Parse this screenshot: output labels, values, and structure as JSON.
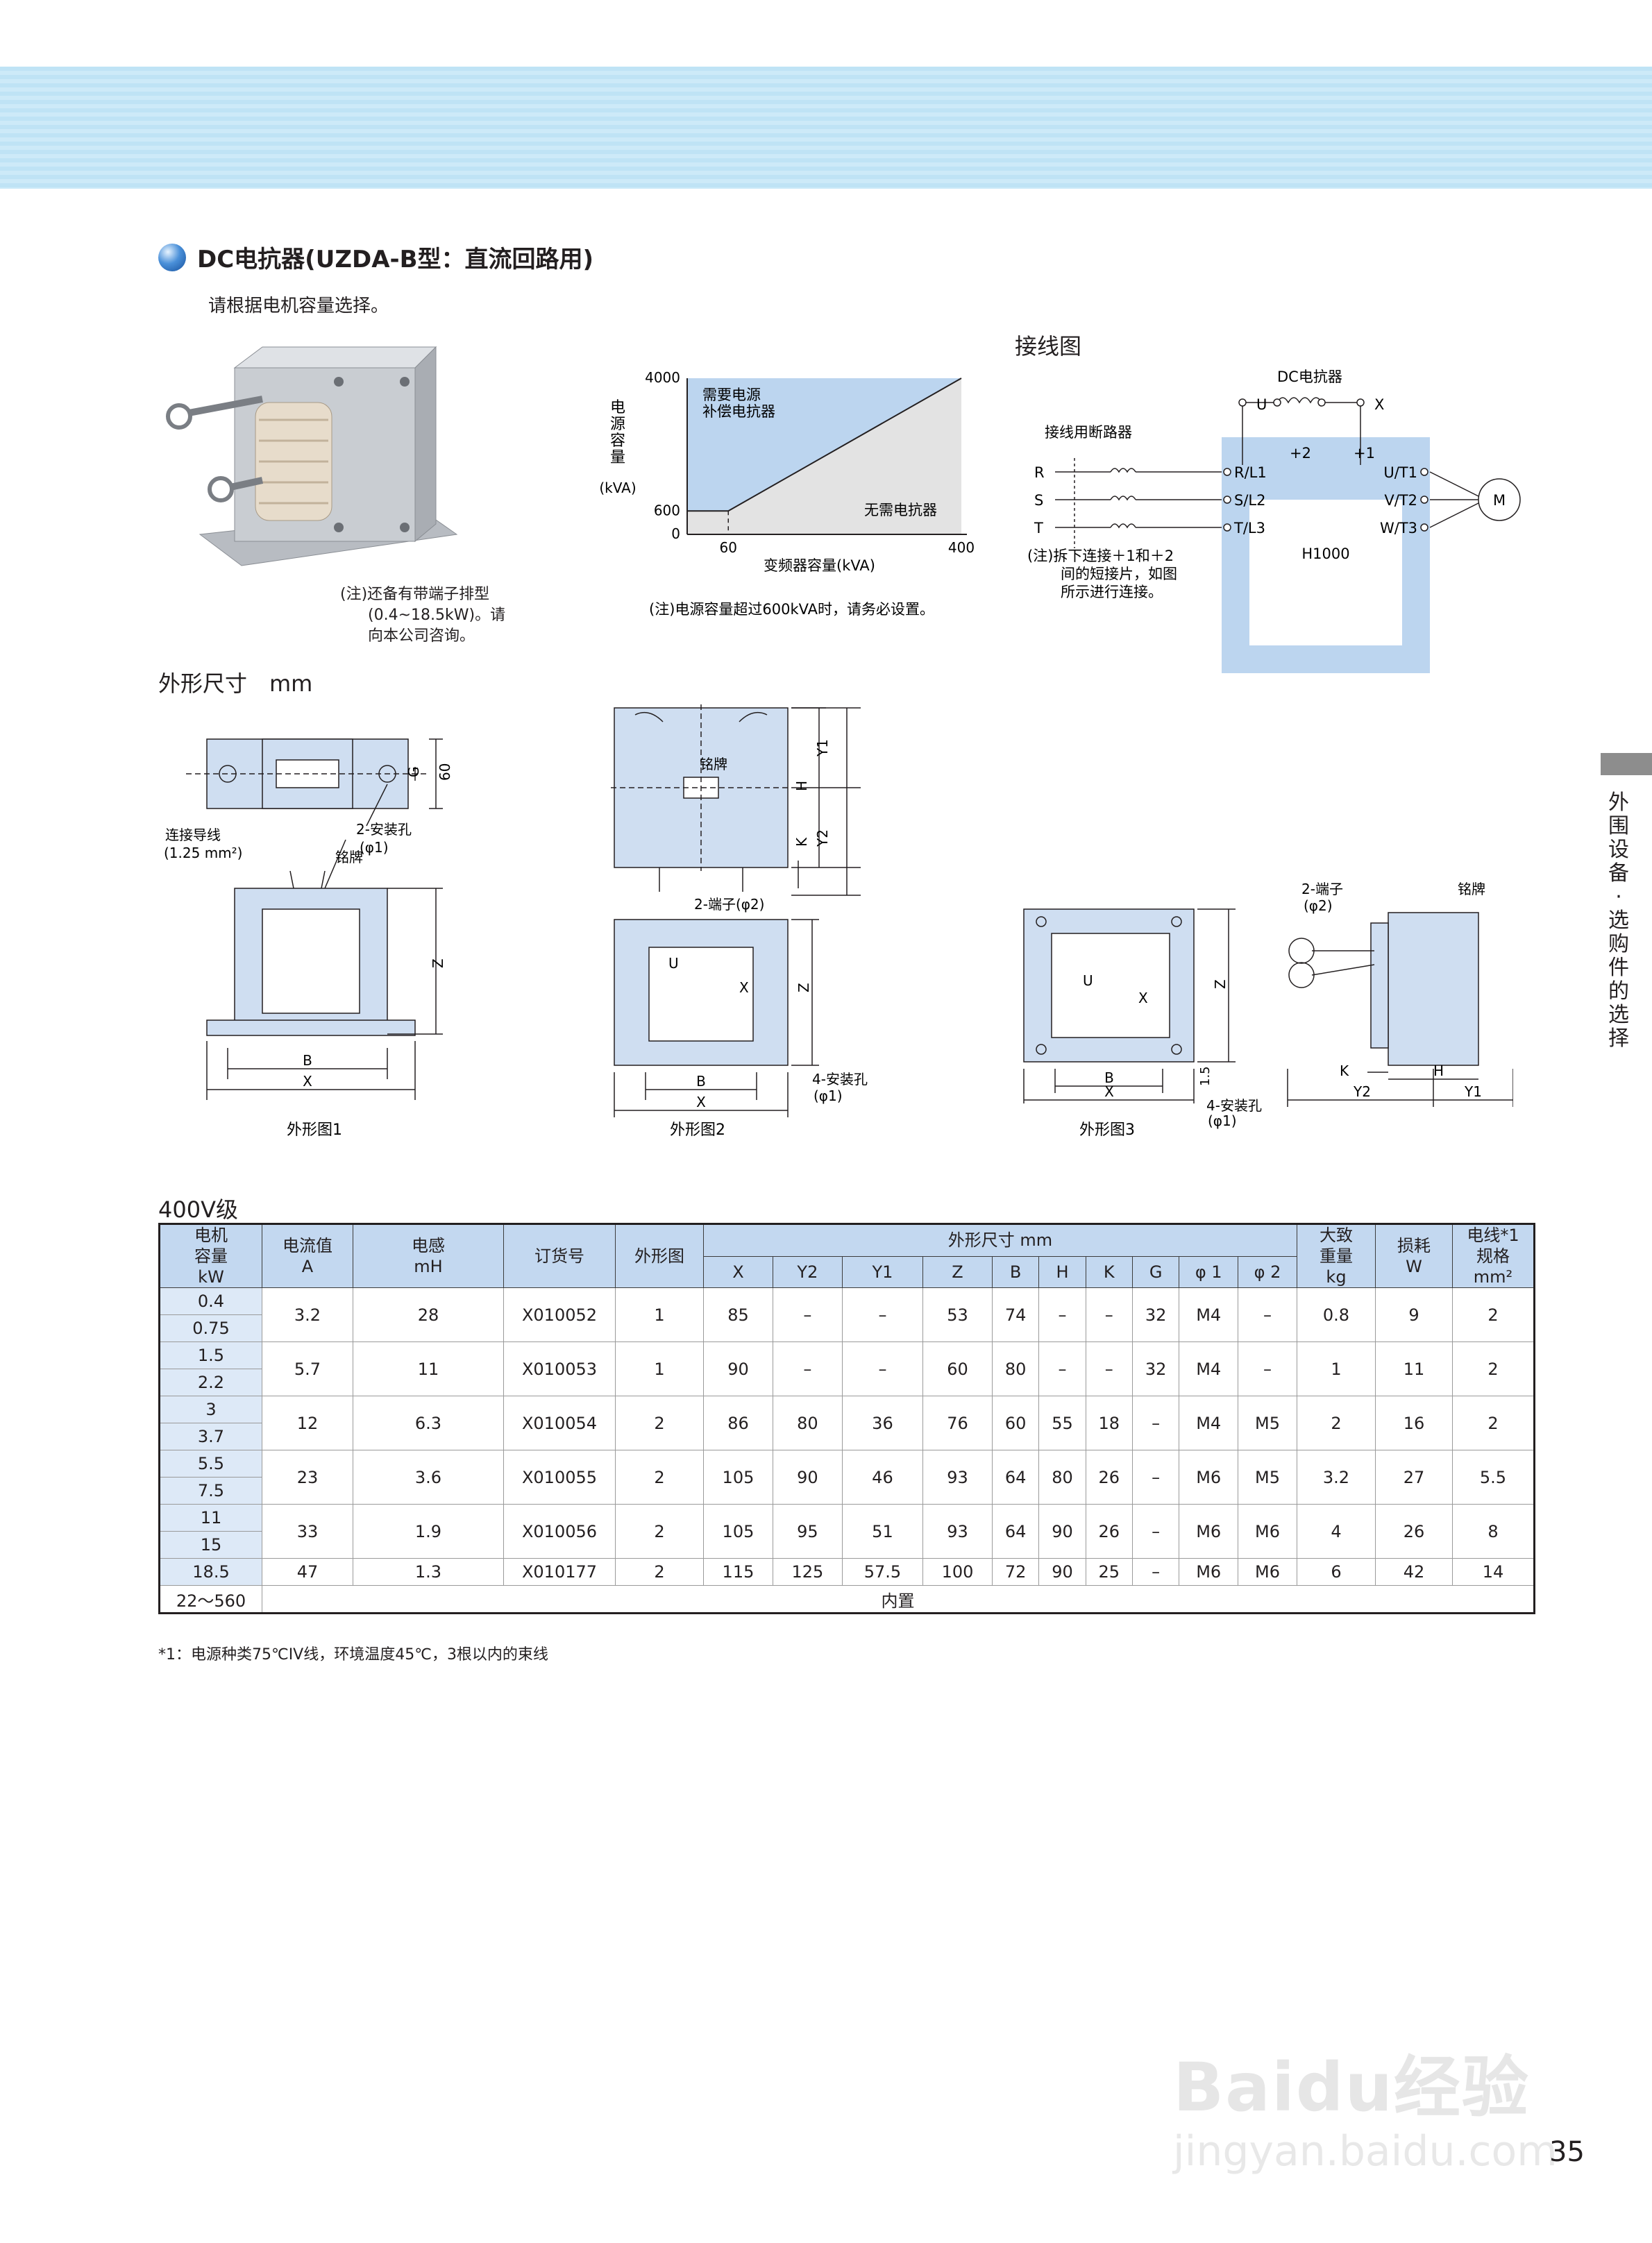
{
  "header": {
    "title": "DC电抗器(UZDA-B型：直流回路用)",
    "subtitle": "请根据电机容量选择。"
  },
  "photo": {
    "note": [
      "(注)还备有带端子排型",
      "(0.4~18.5kW)。请",
      "向本公司咨询。"
    ]
  },
  "capacity_chart": {
    "ylabel_chars": [
      "电",
      "源",
      "容",
      "量"
    ],
    "yunit": "(kVA)",
    "xlabel": "变频器容量(kVA)",
    "y_ticks": [
      "4000",
      "600",
      "0"
    ],
    "x_ticks": [
      "60",
      "400"
    ],
    "region_need": [
      "需要电源",
      "补偿电抗器"
    ],
    "region_no": "无需电抗器",
    "note": "(注)电源容量超过600kVA时，请务必设置。"
  },
  "chart_data": {
    "type": "area",
    "title": "",
    "xlabel": "变频器容量(kVA)",
    "ylabel": "电源容量 (kVA)",
    "xlim": [
      0,
      400
    ],
    "ylim": [
      0,
      4000
    ],
    "x_ticks": [
      60,
      400
    ],
    "y_ticks": [
      0,
      600,
      4000
    ],
    "boundary": {
      "x": [
        0,
        60,
        400
      ],
      "y": [
        600,
        600,
        4000
      ]
    },
    "regions": {
      "above": "需要电源补偿电抗器",
      "below": "无需电抗器"
    }
  },
  "wiring": {
    "title": "接线图",
    "reactor_label": "DC电抗器",
    "u": "U",
    "x": "X",
    "plus2": "+2",
    "plus1": "+1",
    "breaker": "接线用断路器",
    "r": "R",
    "s": "S",
    "t": "T",
    "in_terms": [
      "R/L1",
      "S/L2",
      "T/L3"
    ],
    "out_terms": [
      "U/T1",
      "V/T2",
      "W/T3"
    ],
    "motor": "M",
    "drive": "H1000",
    "note": [
      "(注)拆下连接＋1和＋2",
      "间的短接片，如图",
      "所示进行连接。"
    ]
  },
  "dims": {
    "title": "外形尺寸　mm",
    "fig1": "外形图1",
    "fig2": "外形图2",
    "fig3": "外形图3",
    "lead": "连接导线",
    "lead_size": "(1.25 mm²)",
    "nameplate": "铭牌",
    "holes2": "2-安装孔",
    "holes4": "4-安装孔",
    "phi1": "(φ1)",
    "phi2": "(φ2)",
    "term2": "2-端子(φ2)",
    "term2a": "2-端子",
    "letters": {
      "g": "G",
      "sixty": "60",
      "z": "Z",
      "b": "B",
      "x": "X",
      "y1": "Y1",
      "y2": "Y2",
      "h": "H",
      "k": "K",
      "u": "U",
      "d15": "1.5"
    }
  },
  "side_tab": {
    "text": [
      "外",
      "围",
      "设",
      "备",
      "·",
      "选",
      "购",
      "件",
      "的",
      "选",
      "择"
    ]
  },
  "table": {
    "title": "400V级",
    "head": {
      "motor": [
        "电机",
        "容量",
        "kW"
      ],
      "current": [
        "电流值",
        "A"
      ],
      "inductance": [
        "电感",
        "mH"
      ],
      "code": "订货号",
      "fig": "外形图",
      "dim": "外形尺寸 mm",
      "dim_cols": [
        "X",
        "Y2",
        "Y1",
        "Z",
        "B",
        "H",
        "K",
        "G",
        "φ 1",
        "φ 2"
      ],
      "weight": [
        "大致",
        "重量",
        "kg"
      ],
      "loss": [
        "损耗",
        "W"
      ],
      "wire": [
        "电线*1",
        "规格",
        "mm²"
      ]
    },
    "rows": [
      {
        "kw": [
          "0.4",
          "0.75"
        ],
        "vals": [
          "3.2",
          "28",
          "X010052",
          "1",
          "85",
          "–",
          "–",
          "53",
          "74",
          "–",
          "–",
          "32",
          "M4",
          "–",
          "0.8",
          "9",
          "2"
        ]
      },
      {
        "kw": [
          "1.5",
          "2.2"
        ],
        "vals": [
          "5.7",
          "11",
          "X010053",
          "1",
          "90",
          "–",
          "–",
          "60",
          "80",
          "–",
          "–",
          "32",
          "M4",
          "–",
          "1",
          "11",
          "2"
        ]
      },
      {
        "kw": [
          "3",
          "3.7"
        ],
        "vals": [
          "12",
          "6.3",
          "X010054",
          "2",
          "86",
          "80",
          "36",
          "76",
          "60",
          "55",
          "18",
          "–",
          "M4",
          "M5",
          "2",
          "16",
          "2"
        ]
      },
      {
        "kw": [
          "5.5",
          "7.5"
        ],
        "vals": [
          "23",
          "3.6",
          "X010055",
          "2",
          "105",
          "90",
          "46",
          "93",
          "64",
          "80",
          "26",
          "–",
          "M6",
          "M5",
          "3.2",
          "27",
          "5.5"
        ]
      },
      {
        "kw": [
          "11",
          "15"
        ],
        "vals": [
          "33",
          "1.9",
          "X010056",
          "2",
          "105",
          "95",
          "51",
          "93",
          "64",
          "90",
          "26",
          "–",
          "M6",
          "M6",
          "4",
          "26",
          "8"
        ]
      },
      {
        "kw": [
          "18.5"
        ],
        "vals": [
          "47",
          "1.3",
          "X010177",
          "2",
          "115",
          "125",
          "57.5",
          "100",
          "72",
          "90",
          "25",
          "–",
          "M6",
          "M6",
          "6",
          "42",
          "14"
        ]
      }
    ],
    "last_row": {
      "kw": "22～560",
      "text": "内置"
    },
    "footnote": "*1：电源种类75℃IV线，环境温度45℃，3根以内的束线"
  },
  "watermark": {
    "main": "Baidu经验",
    "url": "jingyan.baidu.com"
  },
  "page_number": "35"
}
